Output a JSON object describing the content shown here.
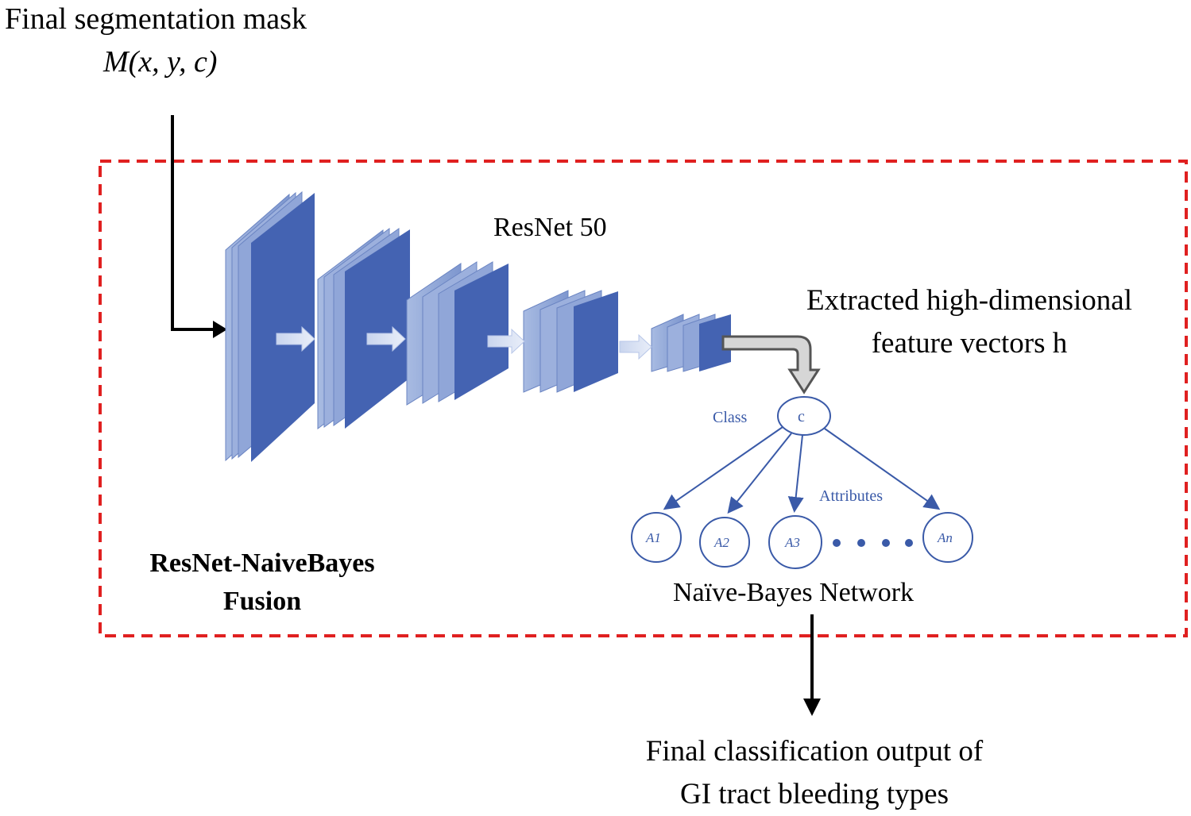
{
  "labels": {
    "input_title": "Final segmentation mask",
    "input_formula": "M(x, y, c)",
    "network_name": "ResNet 50",
    "features_line1": "Extracted high-dimensional",
    "features_line2": "feature vectors h",
    "fusion_line1": "ResNet-NaiveBayes",
    "fusion_line2": "Fusion",
    "nb_network": "Naïve-Bayes Network",
    "output_line1": "Final classification output of",
    "output_line2": "GI tract bleeding types"
  },
  "naive_bayes": {
    "class_label": "Class",
    "class_node": "c",
    "attributes_label": "Attributes",
    "attribute_nodes": [
      "A1",
      "A2",
      "A3",
      "An"
    ]
  },
  "colors": {
    "frame": "#e02020",
    "block_dark": "#3f5fb0",
    "block_light": "#8fa6d6",
    "nb_blue": "#3a5aa8",
    "arrow": "#000000"
  }
}
